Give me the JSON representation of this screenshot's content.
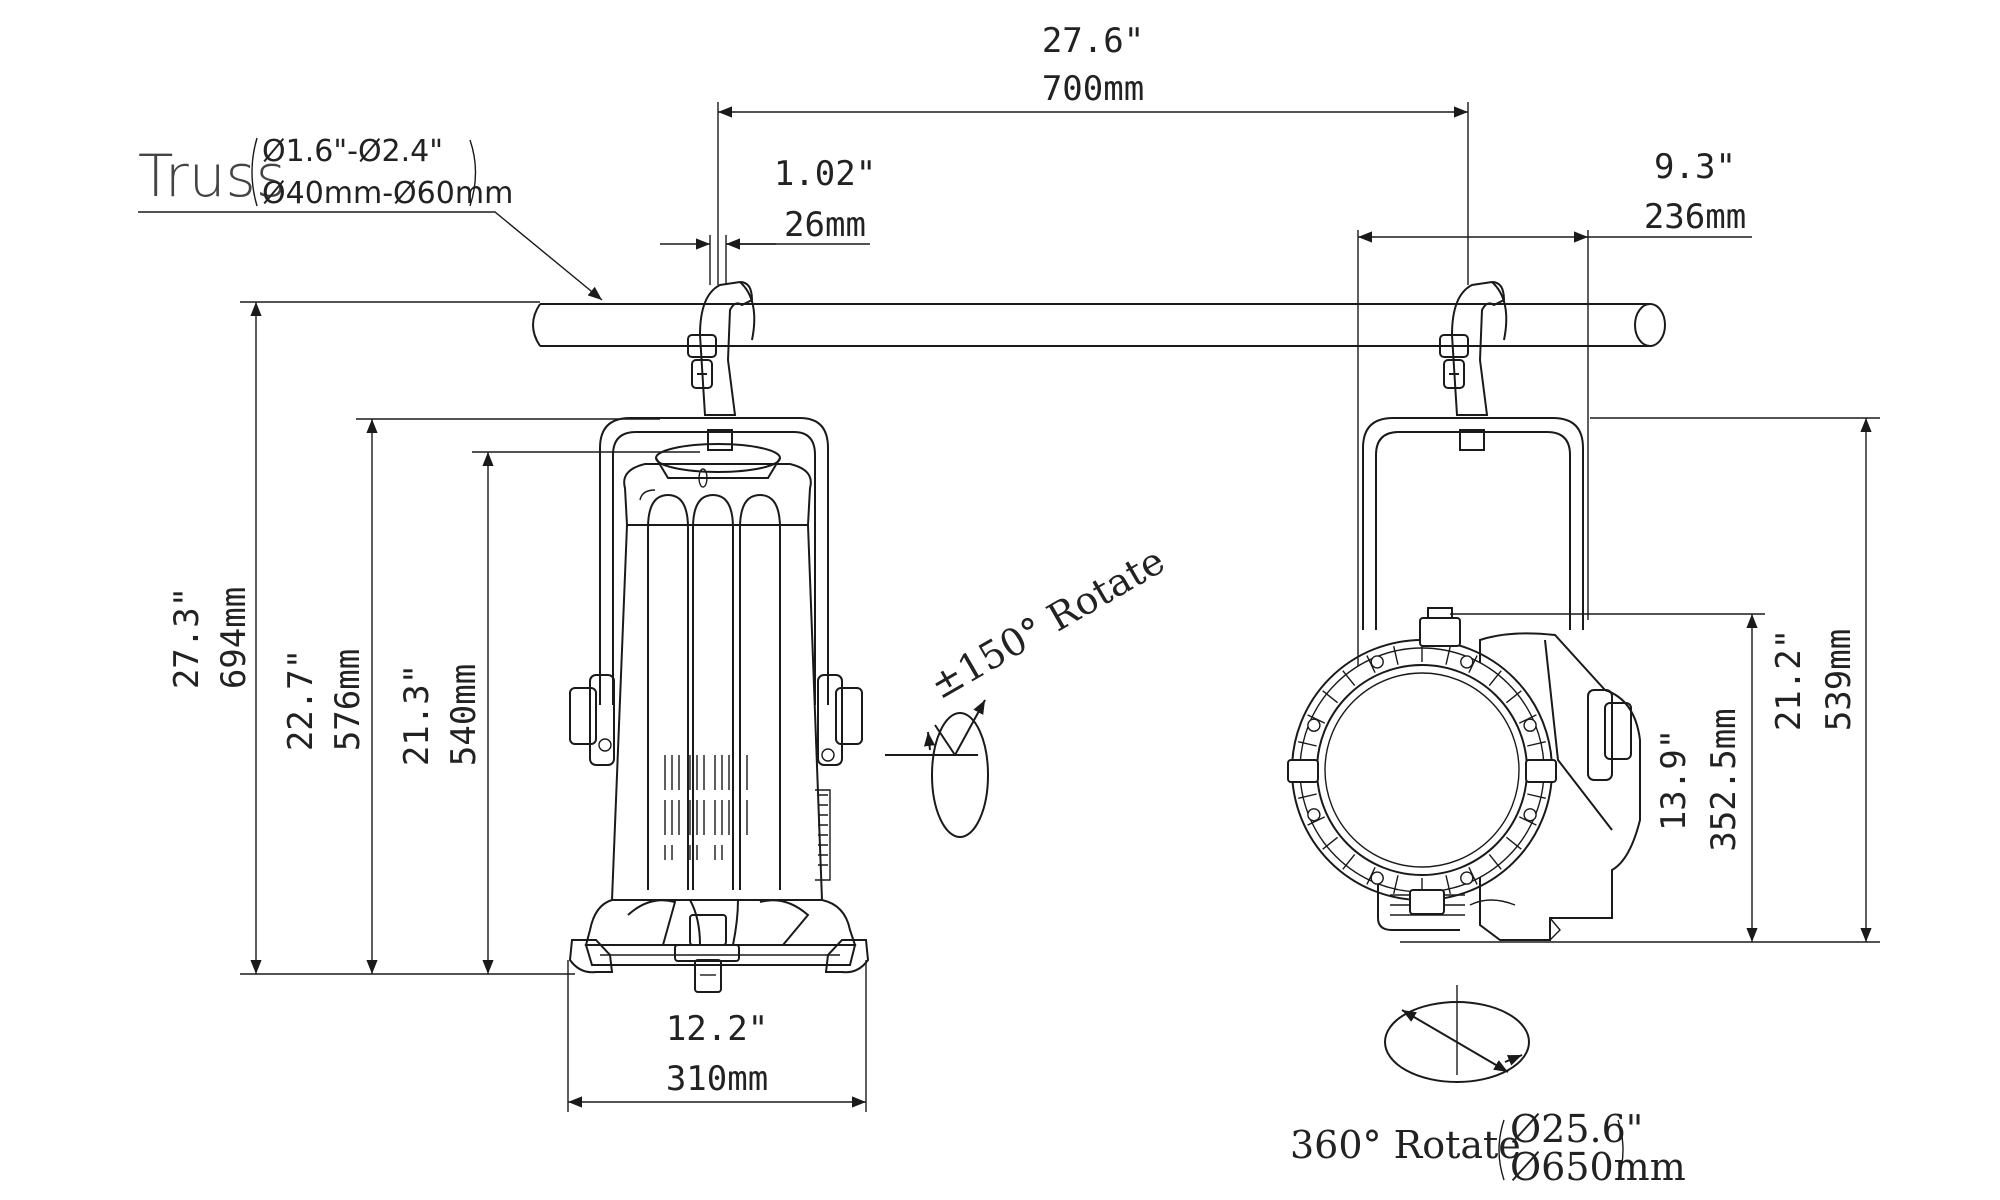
{
  "truss": {
    "label": "Truss",
    "inch_range": "Ø1.6\"-Ø2.4\"",
    "mm_range": "Ø40mm-Ø60mm"
  },
  "dimensions": {
    "clamp_spacing_in": "27.6\"",
    "clamp_spacing_mm": "700mm",
    "clamp_width_in": "1.02\"",
    "clamp_width_mm": "26mm",
    "side_depth_in": "9.3\"",
    "side_depth_mm": "236mm",
    "total_height_in": "27.3\"",
    "total_height_mm": "694mm",
    "yoke_height_in": "22.7\"",
    "yoke_height_mm": "576mm",
    "body_height_in": "21.3\"",
    "body_height_mm": "540mm",
    "base_width_in": "12.2\"",
    "base_width_mm": "310mm",
    "lens_height_in": "13.9\"",
    "lens_height_mm": "352.5mm",
    "side_height_in": "21.2\"",
    "side_height_mm": "539mm"
  },
  "tilt": {
    "label": "±150° Rotate"
  },
  "pan": {
    "label": "360° Rotate",
    "diameter_in": "Ø25.6\"",
    "diameter_mm": "Ø650mm"
  },
  "colors": {
    "line": "#1a1a1a",
    "text": "#222222",
    "background": "#ffffff"
  }
}
